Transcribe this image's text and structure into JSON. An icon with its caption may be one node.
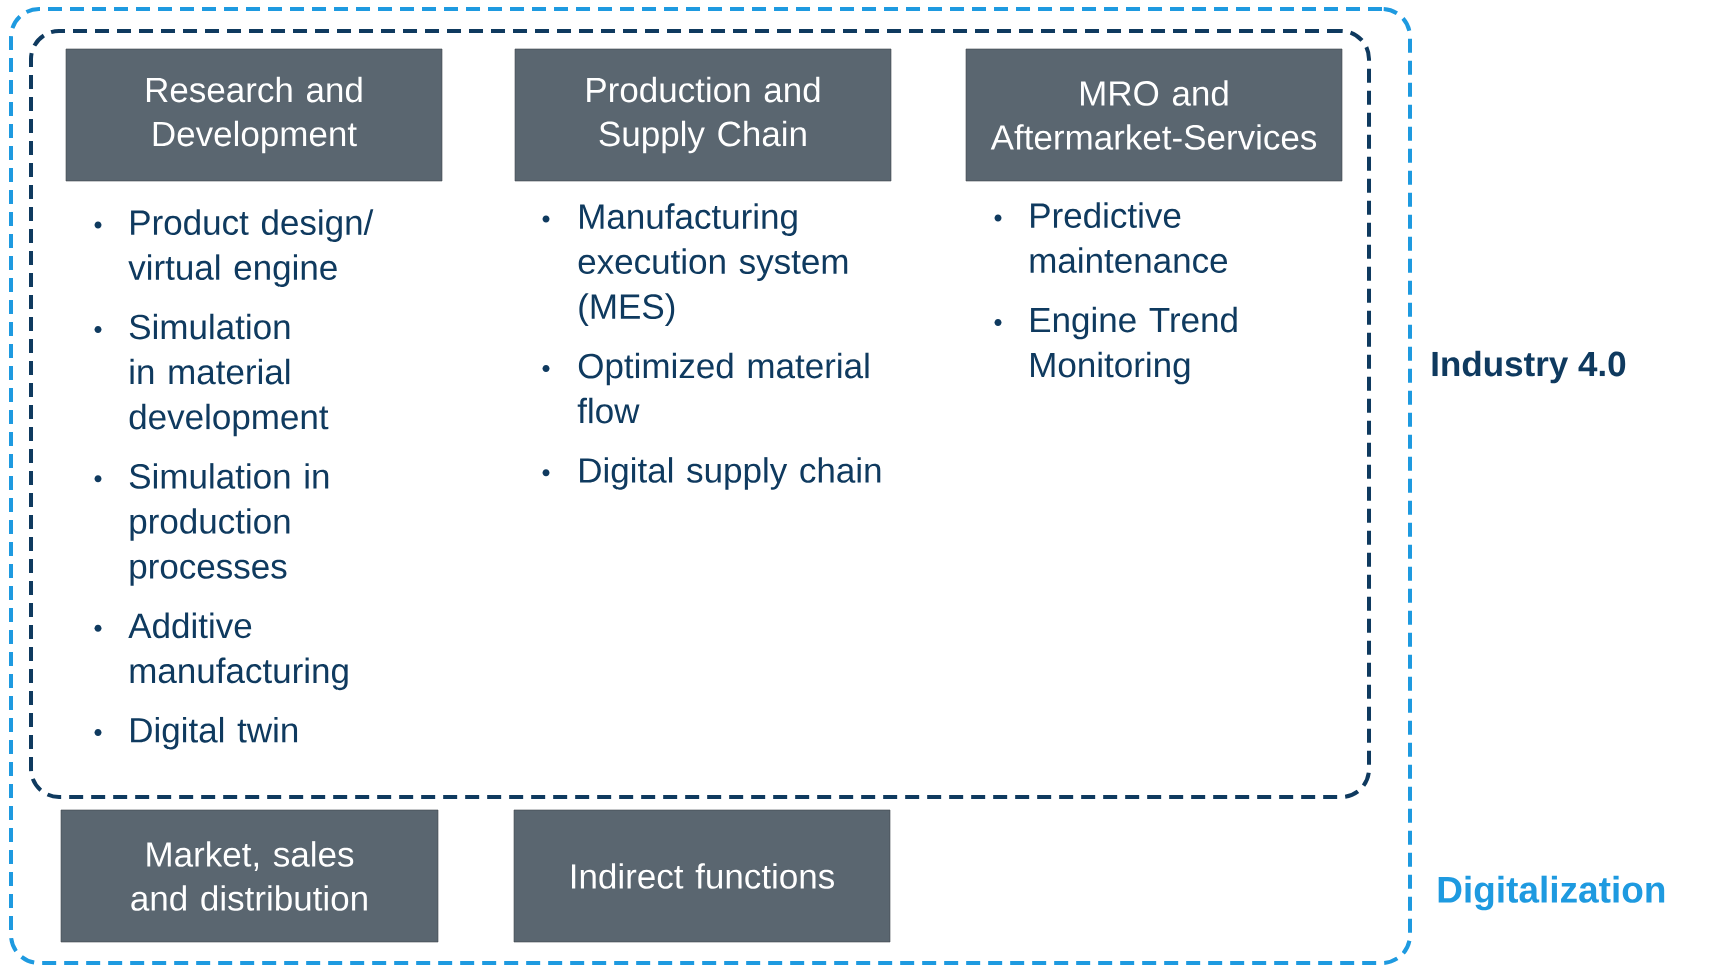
{
  "diagram": {
    "nodes": [
      {
        "text": [
          "Digitalization"
        ]
      },
      {
        "text": [
          "Industry 4.0"
        ],
        "in": 0
      },
      {
        "text": [
          "Research and Development"
        ],
        "in": 1,
        "beside": [
          "Product design/ virtual engine",
          "Simulation in material development",
          "Simulation in production processes",
          "Additive manufacturing",
          "Digital twin"
        ]
      },
      {
        "text": [
          "Production and Supply Chain"
        ],
        "in": 1,
        "beside": [
          "Manufacturing execution system (MES)",
          "Optimized material flow",
          "Digital supply chain"
        ]
      },
      {
        "text": [
          "MRO and Aftermarket-Services"
        ],
        "in": 1,
        "beside": [
          "Predictive maintenance",
          "Engine Trend Monitoring"
        ]
      },
      {
        "text": [
          "Market, sales and distribution"
        ],
        "in": 0
      },
      {
        "text": [
          "Indirect functions"
        ],
        "in": 0
      }
    ]
  }
}
